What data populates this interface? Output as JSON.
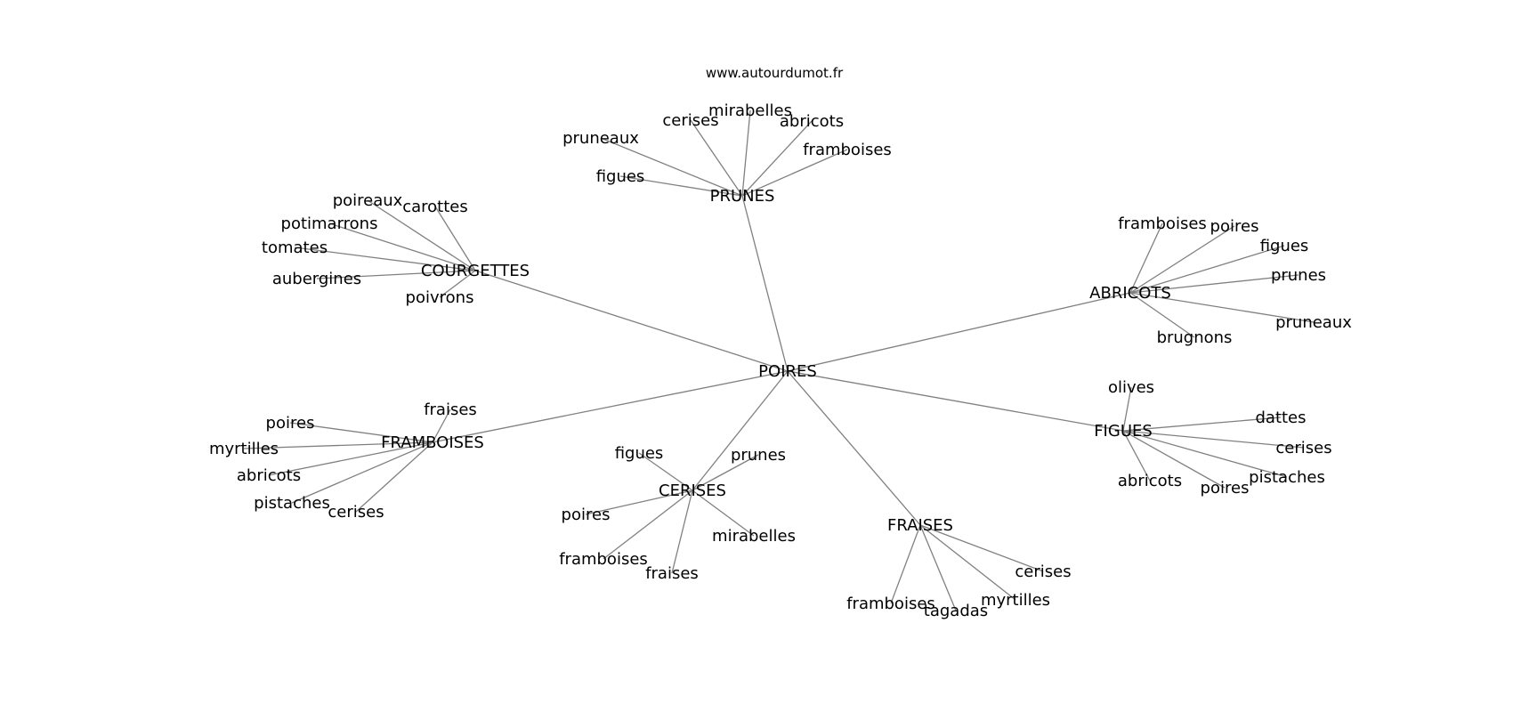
{
  "source": "www.autourdumot.fr",
  "graph": {
    "center": "POIRES",
    "clusters": [
      {
        "hub": "PRUNES",
        "words": [
          "pruneaux",
          "cerises",
          "mirabelles",
          "abricots",
          "framboises",
          "figues"
        ]
      },
      {
        "hub": "COURGETTES",
        "words": [
          "poireaux",
          "carottes",
          "potimarrons",
          "tomates",
          "aubergines",
          "poivrons"
        ]
      },
      {
        "hub": "ABRICOTS",
        "words": [
          "framboises",
          "poires",
          "figues",
          "prunes",
          "pruneaux",
          "brugnons"
        ]
      },
      {
        "hub": "FIGUES",
        "words": [
          "olives",
          "dattes",
          "cerises",
          "pistaches",
          "poires",
          "abricots"
        ]
      },
      {
        "hub": "FRAMBOISES",
        "words": [
          "fraises",
          "poires",
          "myrtilles",
          "abricots",
          "pistaches",
          "cerises"
        ]
      },
      {
        "hub": "CERISES",
        "words": [
          "figues",
          "prunes",
          "poires",
          "mirabelles",
          "framboises",
          "fraises"
        ]
      },
      {
        "hub": "FRAISES",
        "words": [
          "cerises",
          "myrtilles",
          "tagadas",
          "framboises"
        ]
      }
    ]
  }
}
